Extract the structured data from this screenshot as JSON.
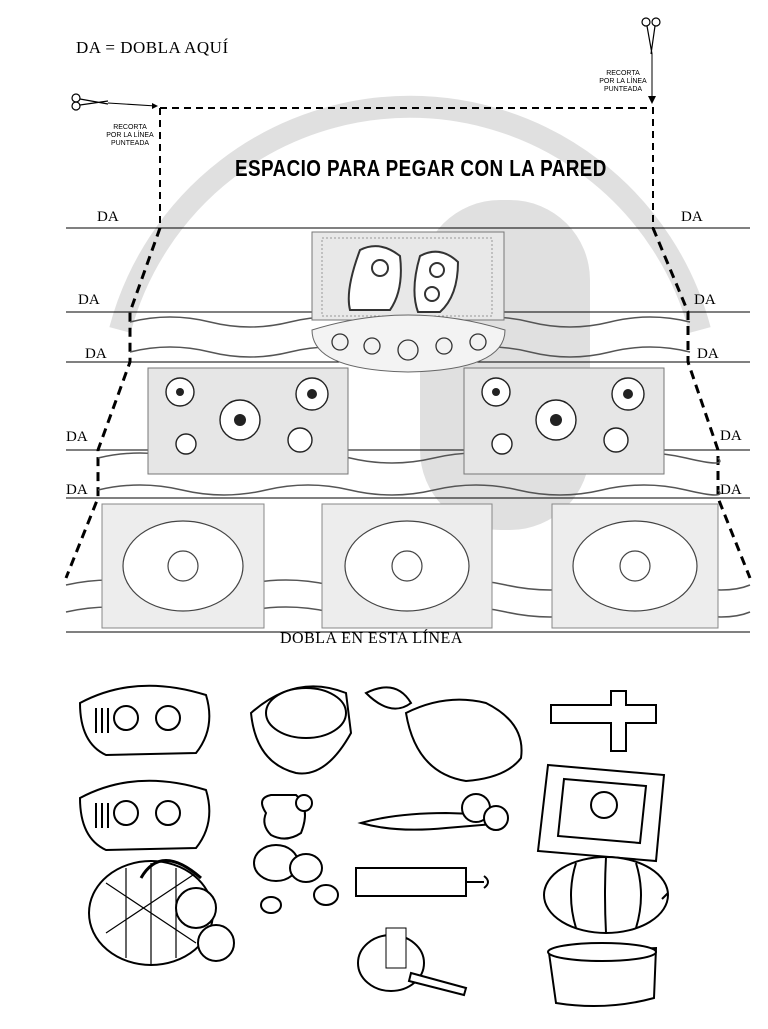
{
  "legend": "DA = DOBLA AQUÍ",
  "title": "ESPACIO PARA PEGAR CON LA PARED",
  "fold_marker": "DA",
  "cut_note": [
    "RECORTA",
    "POR LA LÍNEA",
    "PUNTEADA"
  ],
  "bottom_fold": "DOBLA EN ESTA LÍNEA",
  "icons": {
    "scissors": "scissors-icon",
    "watermark": "watermark-seal"
  },
  "cutout_items": [
    "sugar-skull",
    "sugar-skull",
    "fruit-basket",
    "bread-basket",
    "jug",
    "small-skulls",
    "flower-bouquet",
    "flower-vase",
    "candle",
    "clay-jug",
    "cross",
    "portrait-frame",
    "pumpkin",
    "glass"
  ]
}
